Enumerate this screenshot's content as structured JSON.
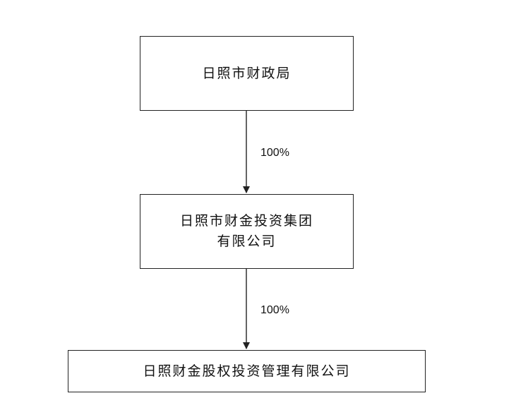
{
  "nodes": {
    "top": {
      "label": "日照市财政局"
    },
    "middle": {
      "line1": "日照市财金投资集团",
      "line2": "有限公司"
    },
    "bottom": {
      "label": "日照财金股权投资管理有限公司"
    }
  },
  "edges": [
    {
      "from": "top",
      "to": "middle",
      "label": "100%"
    },
    {
      "from": "middle",
      "to": "bottom",
      "label": "100%"
    }
  ]
}
